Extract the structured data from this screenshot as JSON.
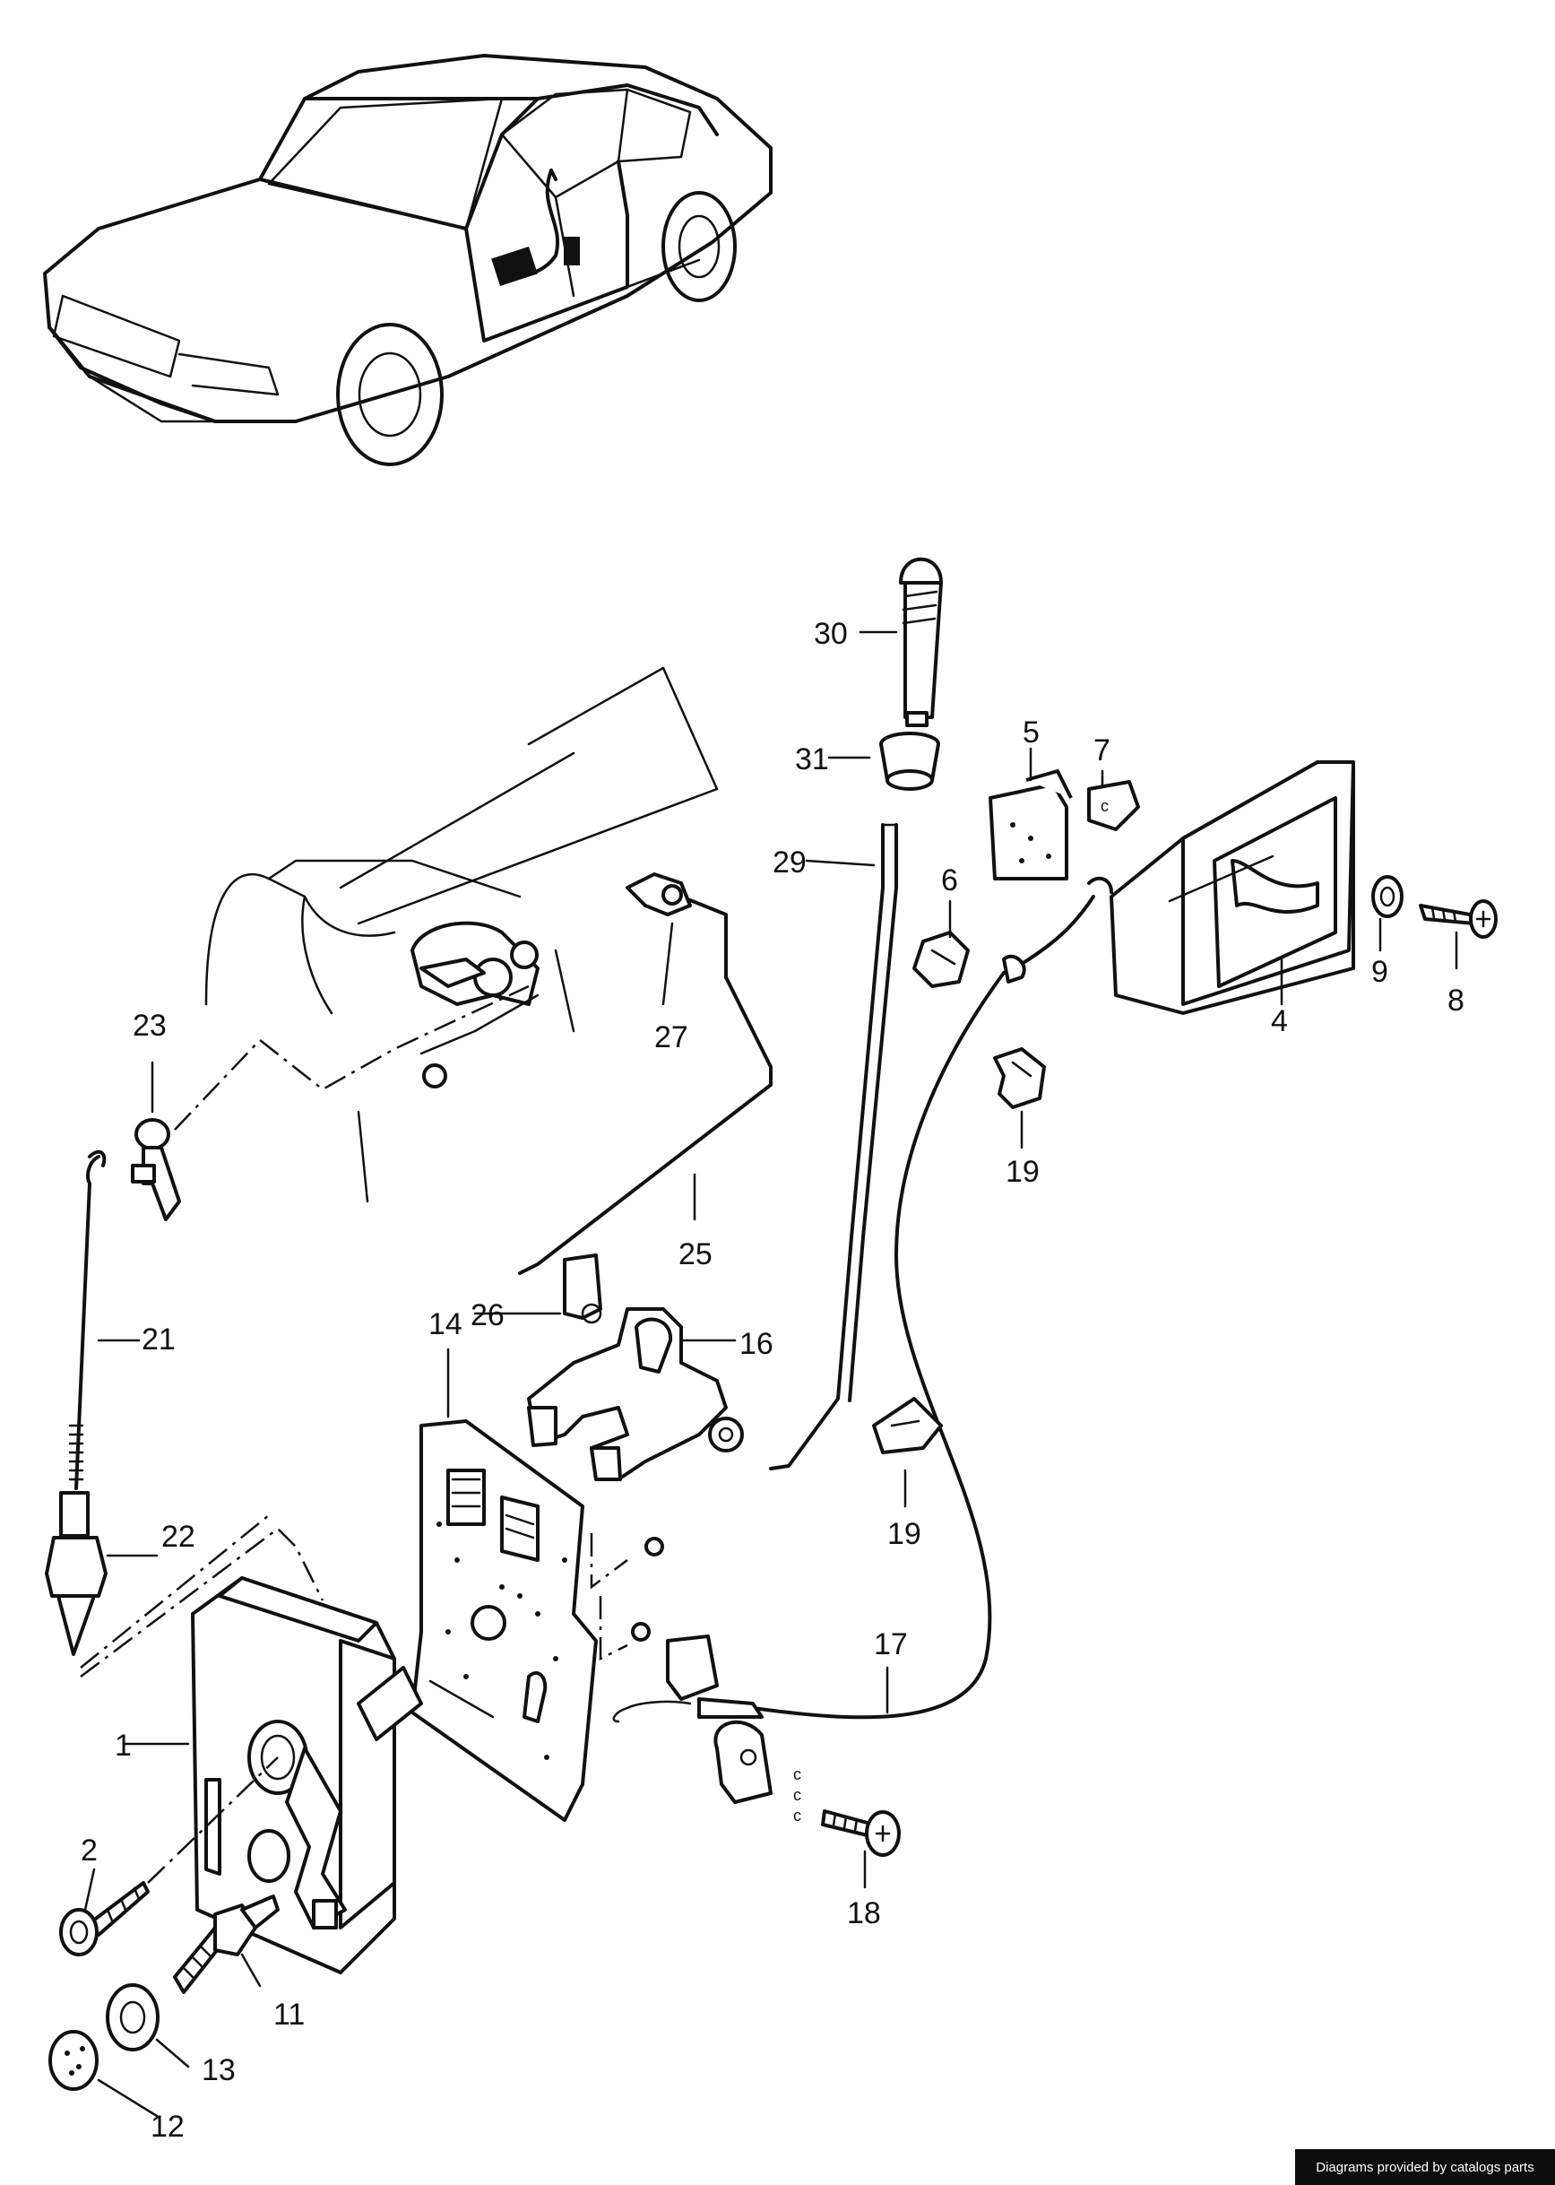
{
  "callouts": {
    "c1": "1",
    "c2": "2",
    "c4": "4",
    "c5": "5",
    "c6": "6",
    "c7": "7",
    "c8": "8",
    "c9": "9",
    "c11": "11",
    "c12": "12",
    "c13": "13",
    "c14": "14",
    "c16": "16",
    "c17": "17",
    "c18": "18",
    "c19a": "19",
    "c19b": "19",
    "c21": "21",
    "c22": "22",
    "c23": "23",
    "c25": "25",
    "c26": "26",
    "c27": "27",
    "c29": "29",
    "c30": "30",
    "c31": "31"
  },
  "marks": {
    "c_mark": "c"
  },
  "footer": {
    "credit": "Diagrams provided by catalogs parts"
  }
}
